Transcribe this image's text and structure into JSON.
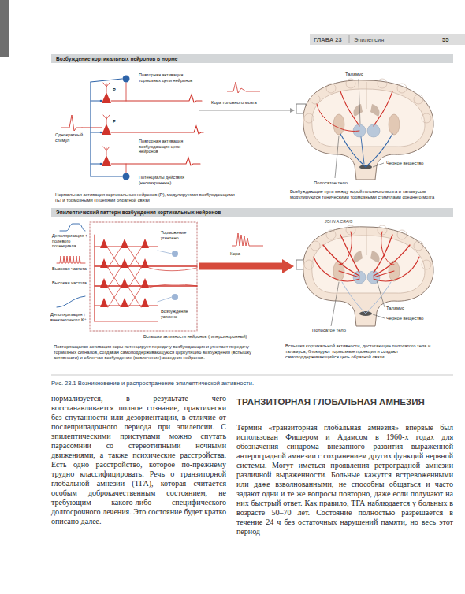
{
  "diagram": {
    "caption": "Рис. 23.1 Возникновение и распространение эпилептической активности.",
    "nodes": [
      {
        "text": [
          "Возбуждение кортикальных нейронов в норме"
        ]
      },
      {
        "text": [
          "Эпилептический паттерн возбуждения кортикальных нейронов"
        ]
      }
    ],
    "labels": [
      "ГЛАВА 23",
      "Эпилепсия",
      "55",
      "Повторная активация тормозных цепи нейронов",
      "P",
      "P",
      "Однократный стимул",
      "Повторная активация возбуждающих цепи нейронов",
      "Потенциалы действия (несинхронные)",
      "Нормальная активация кортикальных нейронов (P), модулируемая возбуждающими (E) и тормозными (I) цепями обратной связи",
      "Кора головного мозга",
      "Таламус",
      "Полосатое тело",
      "Черное вещество",
      "Возбуждающие пути между корой головного мозга и таламусом модулируются тоническими тормозными стимулами среднего мозга",
      "Деполяризация ↑ полевого потенциала",
      "Торможение угнетено",
      "Высокая частота",
      "Высокая частота",
      "Возбуждение усилено",
      "Деполяризация ↑ внеклеточного K⁺",
      "Вспышки активности нейронов (гиперсинхронный)",
      "Кора",
      "JOHN A.CRAIG",
      "Таламус",
      "Черное вещество",
      "Полосатое тело",
      "Повторяющаяся активация коры потенцирует передачу возбуждающих и угнетает передачу тормозных сигналов, создавая самоподдерживающуюся циркуляцию возбуждения (вспышку активности) и облегчая возбуждение (вовлечение) соседних нейронов.",
      "Вспышки кортикальной активности, достигающие полосатого тела и таламуса, блокируют тормозные проекции и создают самоподдерживающийся цепь обратной связи.",
      "нормализуется, в результате чего восстанавливается полное сознание, практически без спутанности или дезориентации, в отличие от послеприпадочного периода при эпилепсии. С эпилептическими приступами можно спутать парасомнии со стереотипными ночными движениями, а также психические расстройства. Есть одно расстройство, которое по-прежнему трудно классифицировать. Речь о транзиторной глобальной амнезии (ТГА), которая считается особым доброкачественным состоянием, не требующим какого-либо специфического долгосрочного лечения. Это состояние будет кратко описано далее.",
      "ТРАНЗИТОРНАЯ ГЛОБАЛЬНАЯ АМНЕЗИЯ",
      "Термин «транзиторная глобальная амнезия» впервые был использован Фишером и Адамсом в 1960-х годах для обозначения синдрома внезапного развития выраженной антероградной амнезии с сохранением других функций нервной системы. Могут иметься проявления ретроградной амнезии различной выраженности. Больные кажутся встревоженными или даже взволнованными, не способны общаться и часто задают одни и те же вопросы повторно, даже если получают на них быстрый ответ. Как правило, ТГА наблюдается у больных в возрасте 50–70 лет. Состояние полностью разрешается в течение 24 ч без остаточных нарушений памяти, но весь этот период"
    ]
  }
}
